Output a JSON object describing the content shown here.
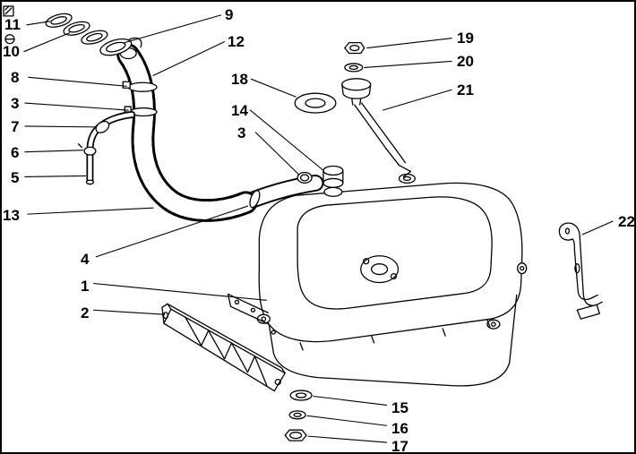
{
  "diagram": {
    "kind": "exploded-parts-diagram",
    "background_color": "#ffffff",
    "line_color": "#000000"
  },
  "callouts": [
    {
      "label": "11"
    },
    {
      "label": "10"
    },
    {
      "label": "9"
    },
    {
      "label": "12"
    },
    {
      "label": "8"
    },
    {
      "label": "3"
    },
    {
      "label": "7"
    },
    {
      "label": "6"
    },
    {
      "label": "5"
    },
    {
      "label": "13"
    },
    {
      "label": "18"
    },
    {
      "label": "14"
    },
    {
      "label": "3"
    },
    {
      "label": "19"
    },
    {
      "label": "20"
    },
    {
      "label": "21"
    },
    {
      "label": "22"
    },
    {
      "label": "4"
    },
    {
      "label": "1"
    },
    {
      "label": "2"
    },
    {
      "label": "15"
    },
    {
      "label": "16"
    },
    {
      "label": "17"
    }
  ]
}
